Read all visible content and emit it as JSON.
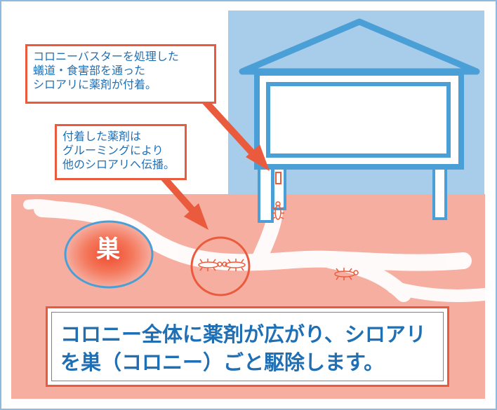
{
  "callouts": {
    "first": {
      "line1": "コロニーバスターを処理した",
      "line2": "蟻道・食害部を通った",
      "line3": "シロアリに薬剤が付着。"
    },
    "second": {
      "line1": "付着した薬剤は",
      "line2": "グルーミングにより",
      "line3": "他のシロアリへ伝播。"
    }
  },
  "nest": {
    "label": "巣"
  },
  "message": {
    "line1": "コロニー全体に薬剤が広がり、シロアリ",
    "line2": "を巣（コロニー）ごと駆除します。"
  },
  "colors": {
    "sky": "#a7cdea",
    "ground": "#f6aea1",
    "tunnel": "#ffffff",
    "house": "#4a9fd6",
    "arrow": "#ea5b3e",
    "text": "#1f6fb5"
  }
}
